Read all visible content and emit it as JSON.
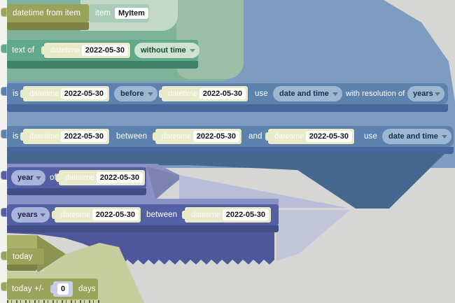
{
  "shared": {
    "datetime_label": "datetime",
    "date_value": "2022-05-30"
  },
  "blocks": {
    "datetime_from_item": {
      "label": "datetime from item",
      "item_label": "item",
      "item_name": "MyItem"
    },
    "text_of": {
      "label": "text of",
      "format_dropdown": "without time"
    },
    "is_compare": {
      "is_label": "is",
      "op_dropdown": "before",
      "use_label": "use",
      "use_dropdown": "date and time",
      "resolution_label": "with resolution of",
      "resolution_dropdown": "years"
    },
    "is_between": {
      "is_label": "is",
      "between_label": "between",
      "and_label": "and",
      "use_label": "use",
      "use_dropdown": "date and time"
    },
    "unit_of": {
      "unit_dropdown": "year",
      "of_label": "of"
    },
    "units_between": {
      "unit_dropdown": "years",
      "between_label": "between"
    },
    "today": {
      "label": "today"
    },
    "today_offset": {
      "prefix_label": "today +/-",
      "value": "0",
      "suffix_label": "days"
    }
  },
  "colors": {
    "olive_block": "#99a35c",
    "teal_block": "#61a88d",
    "blue_block": "#5e82ae",
    "indigo_block": "#5560a4",
    "item_block": "#a9cbb8",
    "shadow_block": "#e7eacb",
    "field_bg": "#ffffff",
    "backdrop_teal": "#7fb29a",
    "backdrop_blue": "#7e9cbf",
    "backdrop_slate": "#46688e",
    "backdrop_purple": "#8a91c5",
    "backdrop_indigo": "#4d579a",
    "backdrop_olive_pale": "#c6ce9d",
    "backdrop_gray": "#d6d7d5"
  }
}
